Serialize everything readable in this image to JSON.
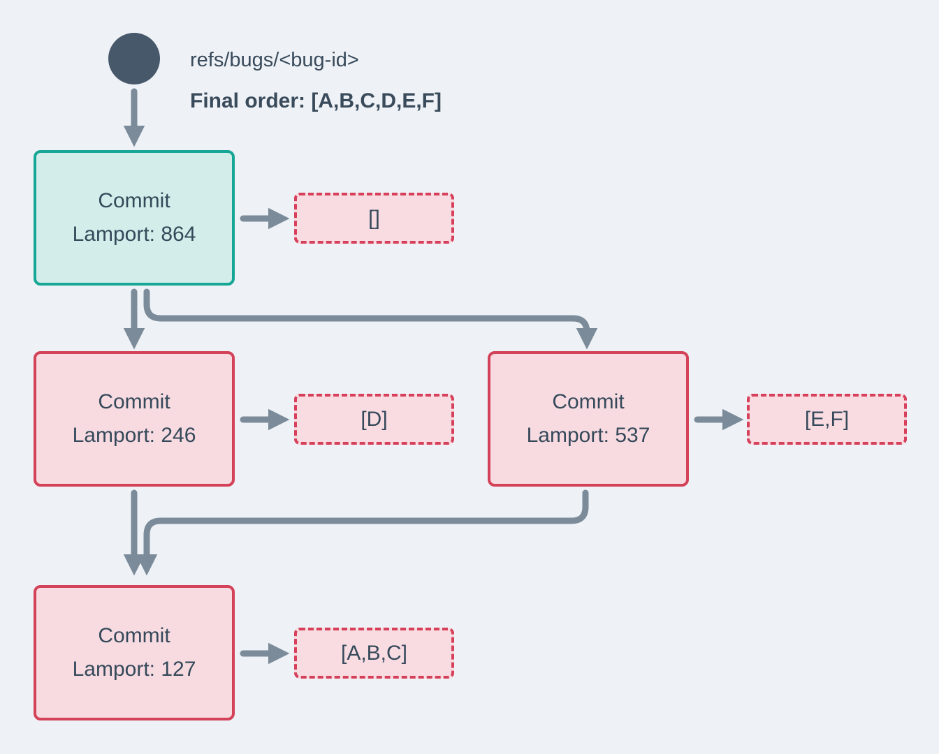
{
  "header": {
    "ref_label": "refs/bugs/<bug-id>",
    "final_order_label": "Final order: [A,B,C,D,E,F]"
  },
  "nodes": [
    {
      "id": "commit-864",
      "title": "Commit",
      "lamport": "Lamport: 864",
      "variant": "head"
    },
    {
      "id": "commit-246",
      "title": "Commit",
      "lamport": "Lamport: 246",
      "variant": "normal"
    },
    {
      "id": "commit-537",
      "title": "Commit",
      "lamport": "Lamport: 537",
      "variant": "normal"
    },
    {
      "id": "commit-127",
      "title": "Commit",
      "lamport": "Lamport: 127",
      "variant": "normal"
    }
  ],
  "payloads": [
    {
      "for": "commit-864",
      "label": "[]"
    },
    {
      "for": "commit-246",
      "label": "[D]"
    },
    {
      "for": "commit-537",
      "label": "[E,F]"
    },
    {
      "for": "commit-127",
      "label": "[A,B,C]"
    }
  ],
  "edges": [
    {
      "from": "ref-head",
      "to": "commit-864"
    },
    {
      "from": "commit-864",
      "to": "payload-empty"
    },
    {
      "from": "commit-864",
      "to": "commit-246"
    },
    {
      "from": "commit-864",
      "to": "commit-537"
    },
    {
      "from": "commit-246",
      "to": "payload-d"
    },
    {
      "from": "commit-537",
      "to": "payload-ef"
    },
    {
      "from": "commit-246",
      "to": "commit-127"
    },
    {
      "from": "commit-537",
      "to": "commit-127"
    },
    {
      "from": "commit-127",
      "to": "payload-abc"
    }
  ],
  "colors": {
    "background": "#eef2f6",
    "arrow": "#7b8b99",
    "head_border": "#16a695",
    "head_fill": "#d3eeea",
    "commit_border": "#d34258",
    "commit_fill": "#f8dbe1",
    "payload_border": "#d6405a",
    "payload_fill": "#f9dce2",
    "text": "#35495a",
    "ref_circle": "#47586b"
  }
}
